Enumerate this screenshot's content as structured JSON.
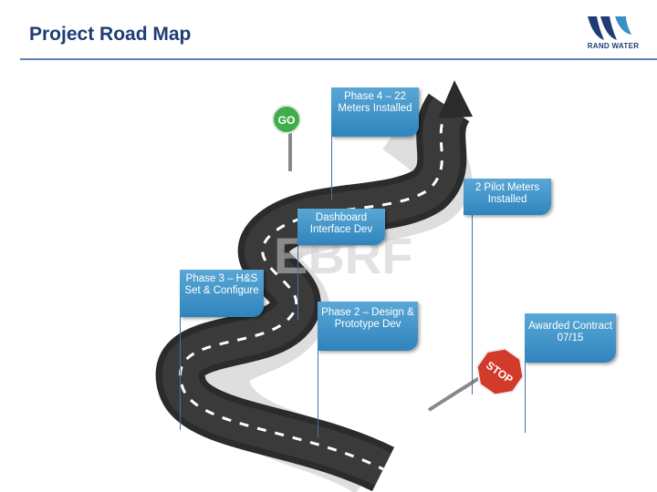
{
  "header": {
    "title": "Project Road Map",
    "logo_text": "RAND WATER"
  },
  "signs": {
    "go": "GO",
    "stop": "STOP"
  },
  "milestones": [
    {
      "label": "Phase 4 – 22 Meters Installed"
    },
    {
      "label": "2 Pilot Meters Installed"
    },
    {
      "label": "Dashboard Interface Dev"
    },
    {
      "label": "Phase 3 – H&S Set & Configure"
    },
    {
      "label": "Phase 2 – Design & Prototype Dev"
    },
    {
      "label": "Awarded Contract 07/15"
    }
  ],
  "watermark": "EBRF",
  "colors": {
    "title": "#1f3c75",
    "flag": "#3b8fc7",
    "road": "#2b2b2b",
    "go_sign": "#3fae49",
    "stop_sign": "#d23a2a"
  }
}
